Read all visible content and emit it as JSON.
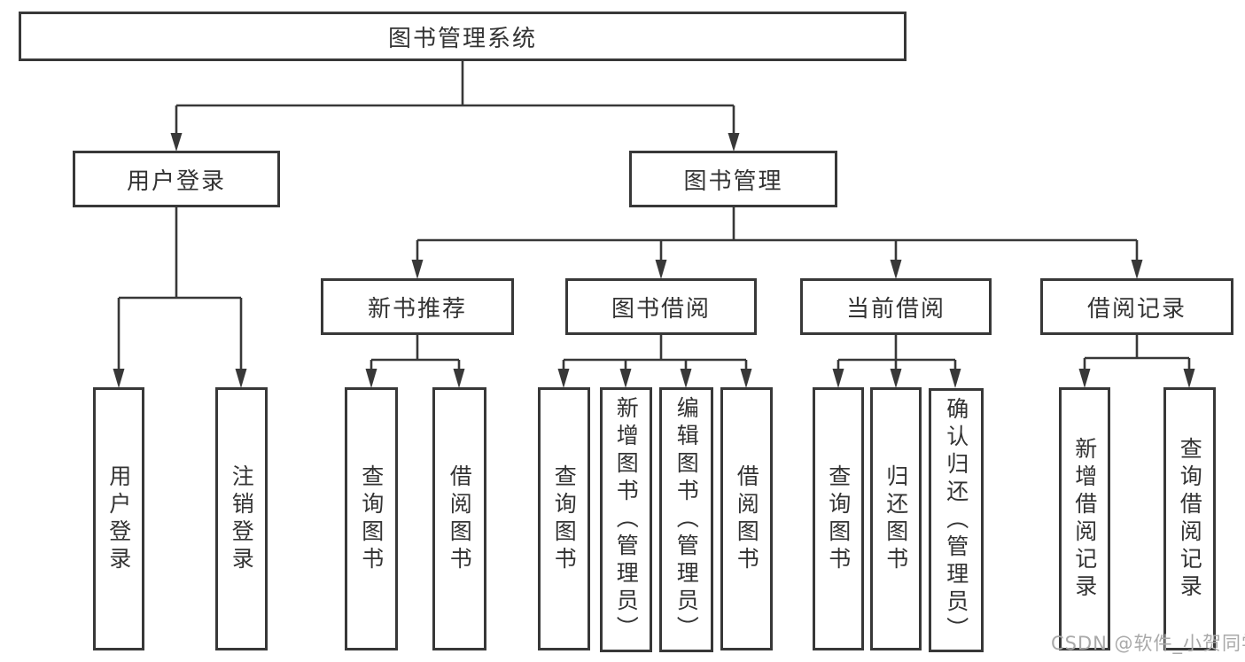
{
  "diagram": {
    "root": {
      "label": "图书管理系统"
    },
    "branches": [
      {
        "label": "用户登录",
        "children": [
          {
            "label": "用户登录"
          },
          {
            "label": "注销登录"
          }
        ]
      },
      {
        "label": "图书管理",
        "children": [
          {
            "label": "新书推荐",
            "children": [
              {
                "label": "查询图书"
              },
              {
                "label": "借阅图书"
              }
            ]
          },
          {
            "label": "图书借阅",
            "children": [
              {
                "label": "查询图书"
              },
              {
                "label": "新增图书（管理员）"
              },
              {
                "label": "编辑图书（管理员）"
              },
              {
                "label": "借阅图书"
              }
            ]
          },
          {
            "label": "当前借阅",
            "children": [
              {
                "label": "查询图书"
              },
              {
                "label": "归还图书"
              },
              {
                "label": "确认归还（管理员）"
              }
            ]
          },
          {
            "label": "借阅记录",
            "children": [
              {
                "label": "新增借阅记录"
              },
              {
                "label": "查询借阅记录"
              }
            ]
          }
        ]
      }
    ]
  },
  "watermark": {
    "text": "CSDN @软件_小贺同学"
  },
  "colors": {
    "line": "#383838",
    "box_border": "#383838",
    "text": "#333333",
    "watermark": "#a9a9a9",
    "background": "#ffffff"
  }
}
